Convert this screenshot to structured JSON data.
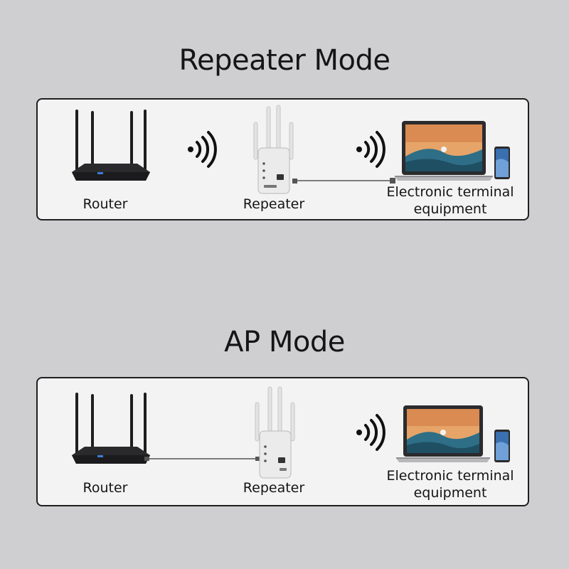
{
  "sections": [
    {
      "id": "repeater",
      "title": "Repeater Mode",
      "labels": {
        "router": "Router",
        "repeater": "Repeater",
        "terminal_line1": "Electronic terminal",
        "terminal_line2": "equipment"
      }
    },
    {
      "id": "ap",
      "title": "AP Mode",
      "labels": {
        "router": "Router",
        "repeater": "Repeater",
        "terminal_line1": "Electronic terminal",
        "terminal_line2": "equipment"
      }
    }
  ],
  "icons": {
    "router": "router-icon",
    "repeater": "repeater-icon",
    "wifi": "wifi-signal-icon",
    "laptop": "laptop-icon",
    "phone": "phone-icon",
    "cable": "cable-connector"
  },
  "colors": {
    "background": "#cfcfd1",
    "panel": "#f3f3f3",
    "border": "#1f1f1f",
    "router_body": "#2a2a2c",
    "repeater_body": "#e9e9ea"
  }
}
